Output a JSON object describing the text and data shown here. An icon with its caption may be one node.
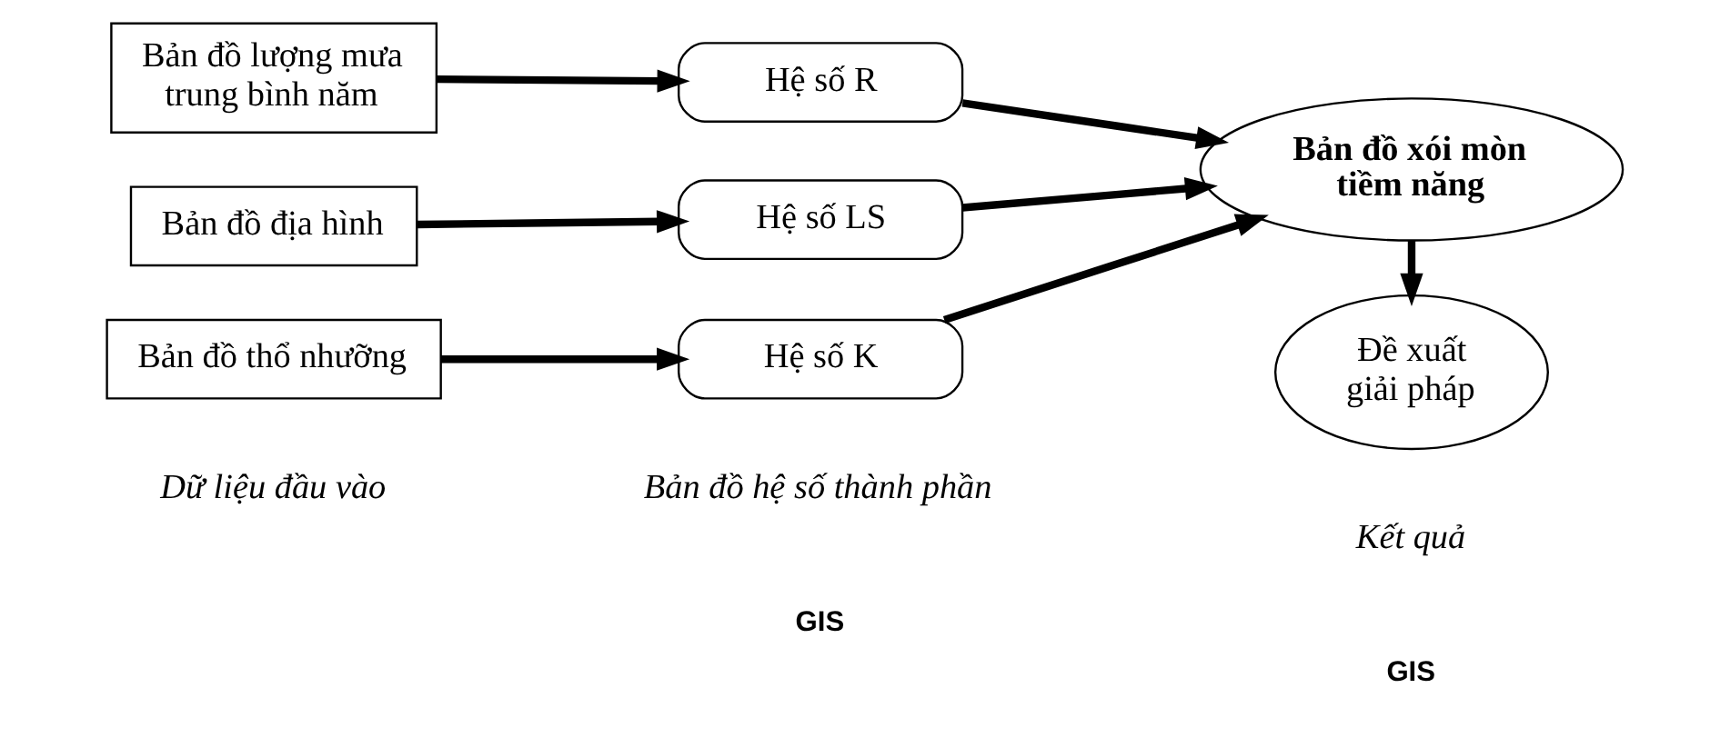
{
  "diagram": {
    "nodes": [
      {
        "text": [
          "Bản đồ lượng mưa trung bình năm"
        ]
      },
      {
        "text": [
          "Bản đồ địa hình"
        ]
      },
      {
        "text": [
          "Bản đồ thổ nhưỡng"
        ]
      },
      {
        "text": [
          "Hệ số R"
        ]
      },
      {
        "text": [
          "Hệ số LS"
        ]
      },
      {
        "text": [
          "Hệ số K"
        ]
      },
      {
        "text": [
          "Bản đồ xói mòn tiềm năng"
        ]
      },
      {
        "text": [
          "Đề xuất giải pháp"
        ]
      }
    ],
    "edges": [
      {
        "from": 0,
        "to": 3,
        "arrow": "to"
      },
      {
        "from": 1,
        "to": 4,
        "arrow": "to"
      },
      {
        "from": 2,
        "to": 5,
        "arrow": "to"
      },
      {
        "from": 3,
        "to": 6,
        "arrow": "to"
      },
      {
        "from": 4,
        "to": 6,
        "arrow": "to"
      },
      {
        "from": 5,
        "to": 6,
        "arrow": "to"
      },
      {
        "from": 6,
        "to": 7,
        "arrow": "to"
      }
    ],
    "labels": [
      "GIS",
      "GIS",
      "Dữ liệu đầu vào",
      "Bản đồ hệ số thành phần",
      "Kết quả"
    ]
  }
}
